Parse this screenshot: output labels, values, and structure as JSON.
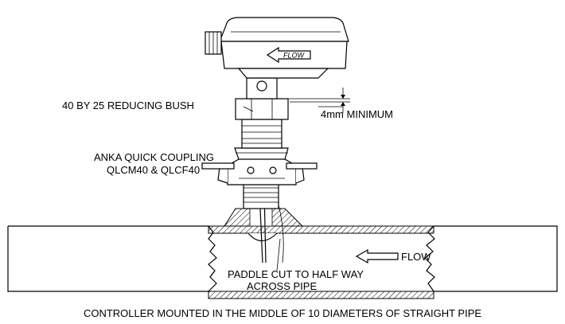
{
  "labels": {
    "reducing_bush": "40 BY 25 REDUCING BUSH",
    "minimum_gap": "4mm MINIMUM",
    "coupling_line1": "ANKA QUICK COUPLING",
    "coupling_line2": "QLCM40 & QLCF40",
    "flow_pipe": "FLOW",
    "flow_housing": "FLOW",
    "paddle_line1": "PADDLE CUT TO HALF WAY",
    "paddle_line2": "ACROSS PIPE",
    "caption": "CONTROLLER MOUNTED IN THE MIDDLE OF 10 DIAMETERS OF STRAIGHT PIPE"
  }
}
